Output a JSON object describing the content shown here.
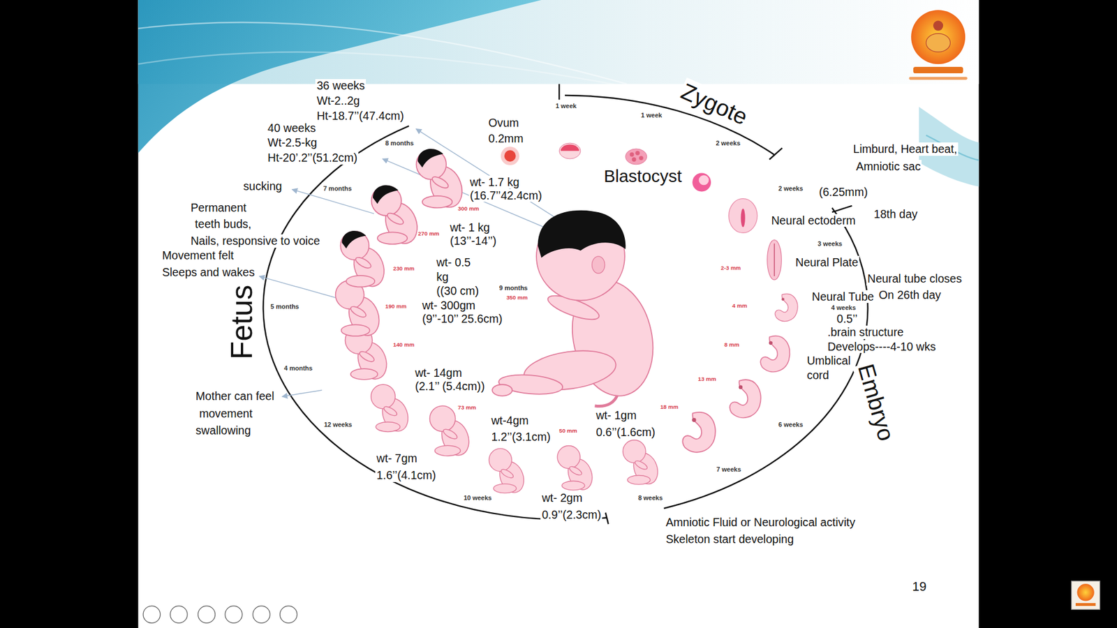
{
  "diagram": {
    "labels": [
      "36 weeks",
      "Wt-2..2g",
      "Ht-18.7’’(47.4cm)",
      "40 weeks",
      "Wt-2.5-kg",
      "Ht-20’.2’’(51.2cm)",
      "sucking",
      "Permanent",
      "teeth buds,",
      "Nails, responsive to voice",
      "Movement felt",
      "Sleeps and wakes",
      "Fetus",
      "Mother can feel",
      "movement",
      "swallowing",
      "wt- 7gm",
      "1.6’’(4.1cm)",
      "wt-4gm",
      "1.2’’(3.1cm)",
      "wt- 2gm",
      "0.9’’(2.3cm)",
      "wt- 1gm",
      "0.6’’(1.6cm)",
      "wt- 14gm",
      "(2.1’’ (5.4cm))",
      "wt- 300gm",
      "(9’’-10’’ 25.6cm)",
      "wt- 0.5",
      "kg",
      "((30 cm)",
      "wt- 1 kg",
      "(13’’-14’’)",
      "wt- 1.7 kg",
      "(16.7’’42.4cm)",
      "Ovum",
      "0.2mm",
      "Blastocyst",
      "Zygote",
      "Limburd, Heart beat,",
      "Amniotic sac",
      "(6.25mm)",
      "18th day",
      "Neural ectoderm",
      "Neural Plate",
      "Neural tube closes",
      "On 26th day",
      "Neural Tube",
      "0.5’’",
      ".brain structure",
      "Develops----4-10 wks",
      "Umblical",
      "cord",
      "Embryo",
      "Amniotic Fluid or Neurological activity",
      "Skeleton start developing",
      "19",
      "1 week",
      "1 week",
      "2 weeks",
      "2 weeks",
      "3 weeks",
      "4 weeks",
      "6 weeks",
      "7 weeks",
      "8 weeks",
      "10 weeks",
      "12 weeks",
      "4 months",
      "5 months",
      "7 months",
      "8 months",
      "9 months",
      "2-3 mm",
      "4 mm",
      "8 mm",
      "13 mm",
      "18 mm",
      "50 mm",
      "73 mm",
      "140 mm",
      "190 mm",
      "230 mm",
      "270 mm",
      "300 mm",
      "350 mm"
    ]
  }
}
